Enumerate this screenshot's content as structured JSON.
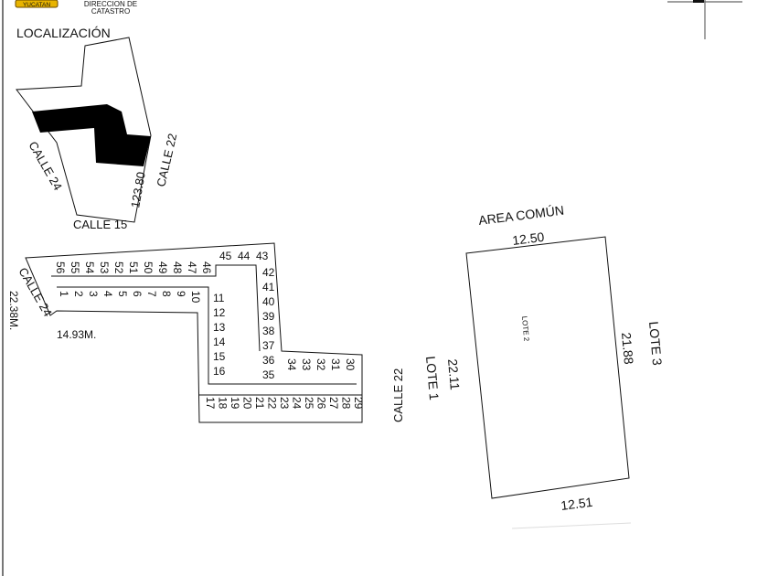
{
  "header": {
    "logo_text": "YUCATAN",
    "department_line1": "DIRECCION DE",
    "department_line2": "CATASTRO"
  },
  "location_map": {
    "title": "LOCALIZACIÓN",
    "street_left": "CALLE 24",
    "street_right": "CALLE 22",
    "street_bottom": "CALLE 15",
    "dimension": "123.80"
  },
  "subdivision": {
    "street_left": "CALLE 24",
    "street_right": "CALLE 22",
    "dimension_side": "22.38M.",
    "dimension_front": "14.93M.",
    "lots": [
      "1",
      "2",
      "3",
      "4",
      "5",
      "6",
      "7",
      "8",
      "9",
      "10",
      "11",
      "12",
      "13",
      "14",
      "15",
      "16",
      "17",
      "18",
      "19",
      "20",
      "21",
      "22",
      "23",
      "24",
      "25",
      "26",
      "27",
      "28",
      "29",
      "30",
      "31",
      "32",
      "33",
      "34",
      "35",
      "36",
      "37",
      "38",
      "39",
      "40",
      "41",
      "42",
      "43",
      "44",
      "45",
      "46",
      "47",
      "48",
      "49",
      "50",
      "51",
      "52",
      "53",
      "54",
      "55",
      "56"
    ]
  },
  "lot_detail": {
    "north_label": "AREA COMÚN",
    "top_dimension": "12.50",
    "bottom_dimension": "12.51",
    "left_dimension": "22.11",
    "right_dimension": "21.88",
    "left_neighbor": "LOTE 1",
    "right_neighbor": "LOTE 3",
    "lot_label": "LOTE 2"
  }
}
